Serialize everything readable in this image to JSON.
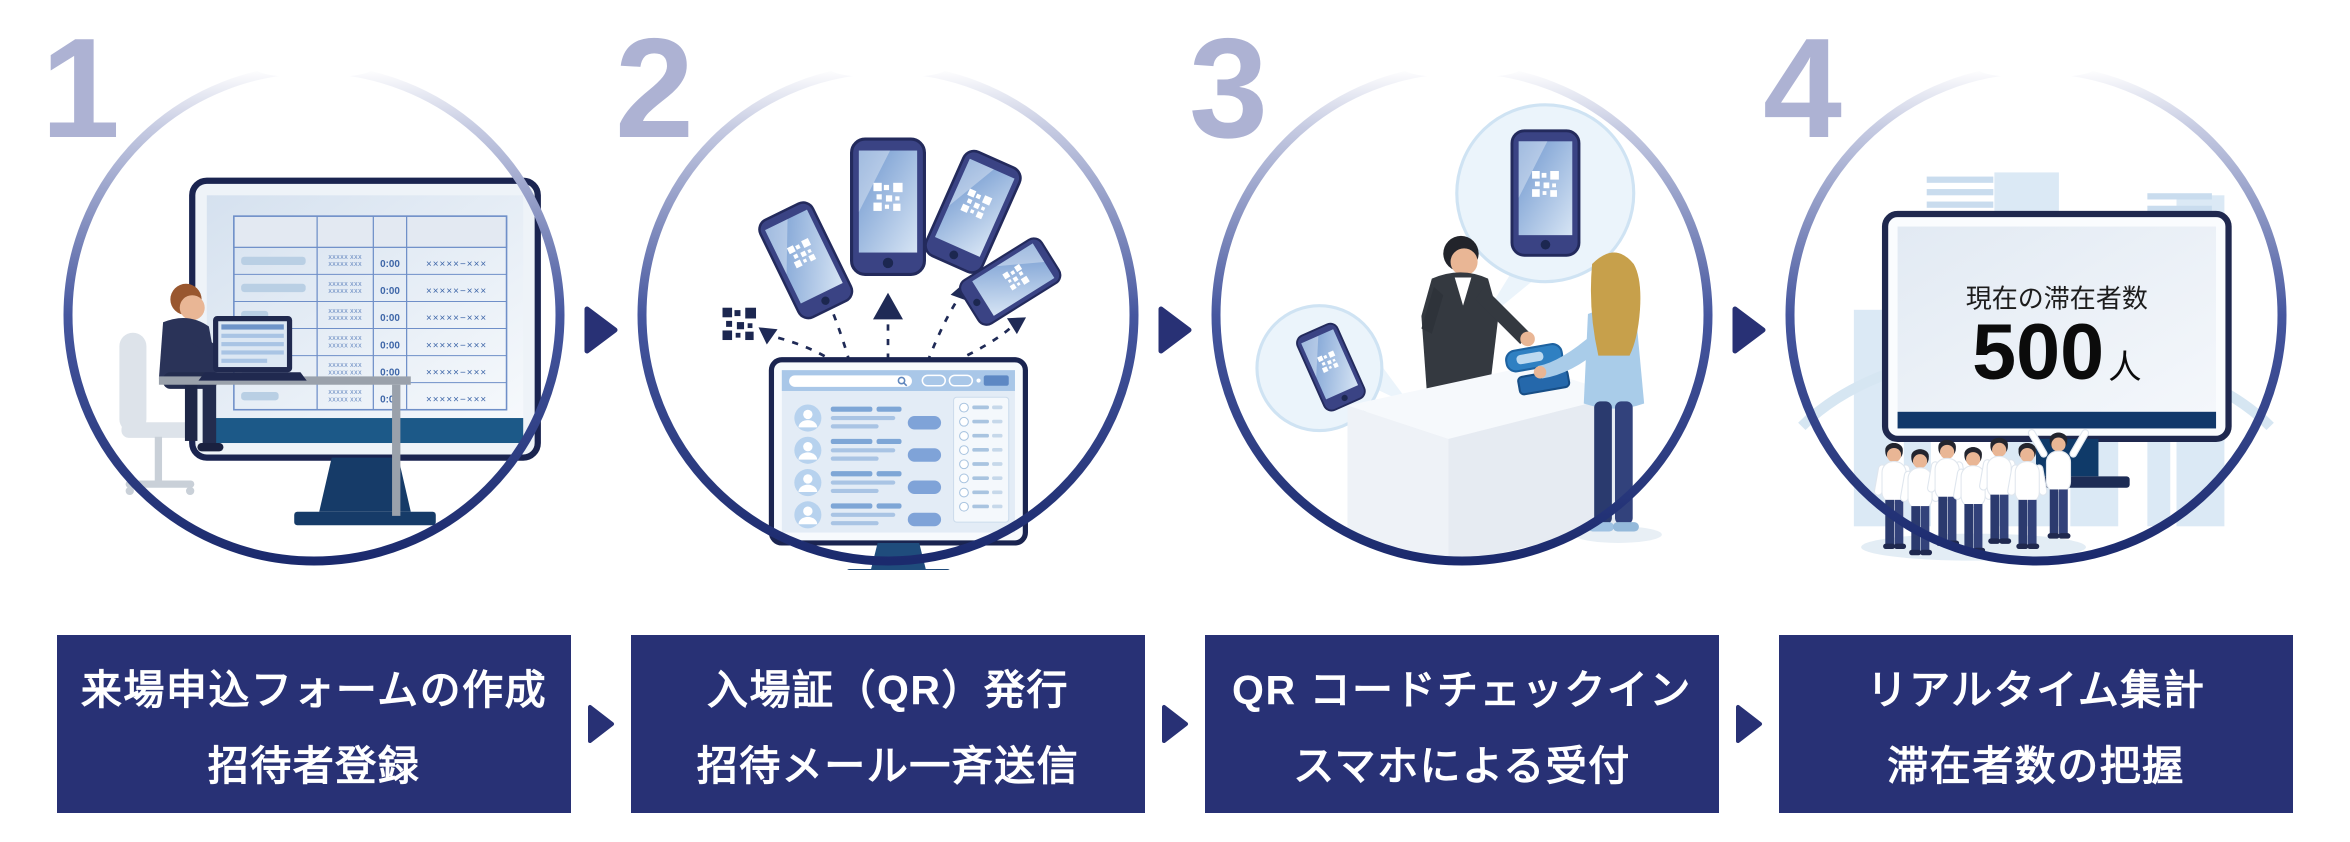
{
  "colors": {
    "box_navy": "#283175",
    "arrow_navy": "#283175",
    "number_lavender": "#adb2d3",
    "ring_dark": "#1b2a6d",
    "illustration_navy": "#1a2450",
    "light_blue": "#a9c7e8"
  },
  "steps": [
    {
      "number": "1",
      "label_line1": "来場申込フォームの作成",
      "label_line2": "招待者登録",
      "illustration": "person-registering-invitees-on-monitor-table",
      "table": {
        "rows": 6,
        "name_placeholder": "XXXXX XXX",
        "time_value": "0:00",
        "code_value": "×××××−×××"
      }
    },
    {
      "number": "2",
      "label_line1": "入場証（QR）発行",
      "label_line2": "招待メール一斉送信",
      "illustration": "monitor-sending-qr-codes-to-phones",
      "phones": 4,
      "contact_rows": 4,
      "sidebar_rows": 8
    },
    {
      "number": "3",
      "label_line1": "QR コードチェックイン",
      "label_line2": "スマホによる受付",
      "illustration": "reception-desk-smartphone-qr-scan"
    },
    {
      "number": "4",
      "label_line1": "リアルタイム集計",
      "label_line2": "滞在者数の把握",
      "illustration": "dashboard-current-visitor-count",
      "crowd_size": 7,
      "screen": {
        "caption": "現在の滞在者数",
        "count": "500",
        "unit": "人"
      }
    }
  ]
}
